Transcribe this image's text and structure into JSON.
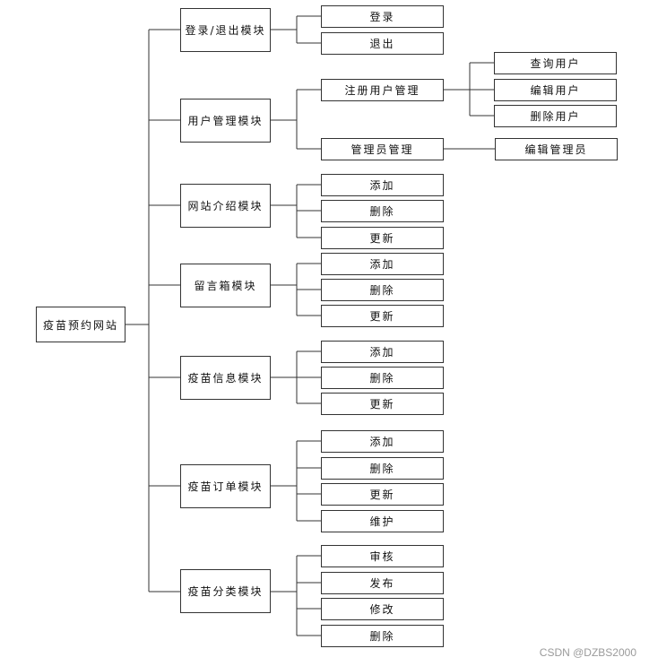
{
  "root": "疫苗预约网站",
  "modules": [
    {
      "label": "登录/退出模块",
      "children": [
        {
          "label": "登录"
        },
        {
          "label": "退出"
        }
      ]
    },
    {
      "label": "用户管理模块",
      "children": [
        {
          "label": "注册用户管理",
          "children": [
            {
              "label": "查询用户"
            },
            {
              "label": "编辑用户"
            },
            {
              "label": "删除用户"
            }
          ]
        },
        {
          "label": "管理员管理",
          "children": [
            {
              "label": "编辑管理员"
            }
          ]
        }
      ]
    },
    {
      "label": "网站介绍模块",
      "children": [
        {
          "label": "添加"
        },
        {
          "label": "删除"
        },
        {
          "label": "更新"
        }
      ]
    },
    {
      "label": "留言箱模块",
      "children": [
        {
          "label": "添加"
        },
        {
          "label": "删除"
        },
        {
          "label": "更新"
        }
      ]
    },
    {
      "label": "疫苗信息模块",
      "children": [
        {
          "label": "添加"
        },
        {
          "label": "删除"
        },
        {
          "label": "更新"
        }
      ]
    },
    {
      "label": "疫苗订单模块",
      "children": [
        {
          "label": "添加"
        },
        {
          "label": "删除"
        },
        {
          "label": "更新"
        },
        {
          "label": "维护"
        }
      ]
    },
    {
      "label": "疫苗分类模块",
      "children": [
        {
          "label": "审核"
        },
        {
          "label": "发布"
        },
        {
          "label": "修改"
        },
        {
          "label": "删除"
        }
      ]
    }
  ],
  "watermark": "CSDN @DZBS2000"
}
